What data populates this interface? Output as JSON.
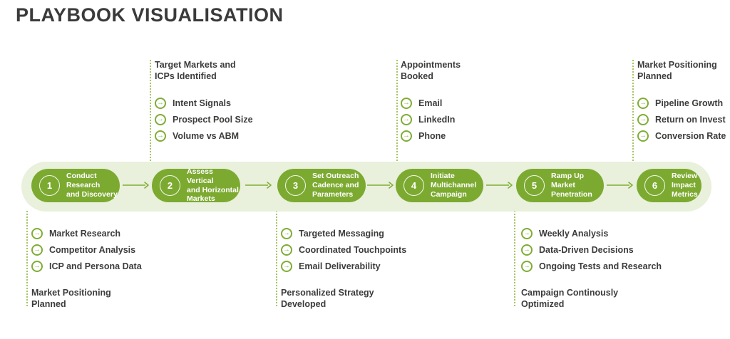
{
  "title": "PLAYBOOK VISUALISATION",
  "colors": {
    "pill_green": "#7caa31",
    "band_light_green": "#e9f0db",
    "icon_green": "#7fad35",
    "dotted_line_green": "#a6c563",
    "text_dark": "#3d3c3b"
  },
  "steps": [
    {
      "number": "1",
      "label": "Conduct\nResearch\nand Discovery"
    },
    {
      "number": "2",
      "label": "Assess Vertical\nand Horizontal\nMarkets"
    },
    {
      "number": "3",
      "label": "Set Outreach\nCadence and\nParameters"
    },
    {
      "number": "4",
      "label": "Initiate\nMultichannel\nCampaign"
    },
    {
      "number": "5",
      "label": "Ramp Up\nMarket\nPenetration"
    },
    {
      "number": "6",
      "label": "Review\nImpact\nMetrics"
    }
  ],
  "top_sections": [
    {
      "header": "Target Markets and\nICPs Identified",
      "items": [
        "Intent Signals",
        "Prospect Pool Size",
        "Volume vs ABM"
      ]
    },
    {
      "header": "Appointments\nBooked",
      "items": [
        "Email",
        "LinkedIn",
        "Phone"
      ]
    },
    {
      "header": "Market Positioning\nPlanned",
      "items": [
        "Pipeline Growth",
        "Return on Invest",
        "Conversion Rate"
      ]
    }
  ],
  "bottom_sections": [
    {
      "items": [
        "Market Research",
        "Competitor Analysis",
        "ICP and Persona Data"
      ],
      "footer": "Market Positioning\nPlanned"
    },
    {
      "items": [
        "Targeted Messaging",
        "Coordinated Touchpoints",
        "Email Deliverability"
      ],
      "footer": "Personalized Strategy\nDeveloped"
    },
    {
      "items": [
        "Weekly Analysis",
        "Data-Driven Decisions",
        "Ongoing Tests and Research"
      ],
      "footer": "Campaign Continously\nOptimized"
    }
  ],
  "icon": {
    "arrow_glyph": "→"
  }
}
